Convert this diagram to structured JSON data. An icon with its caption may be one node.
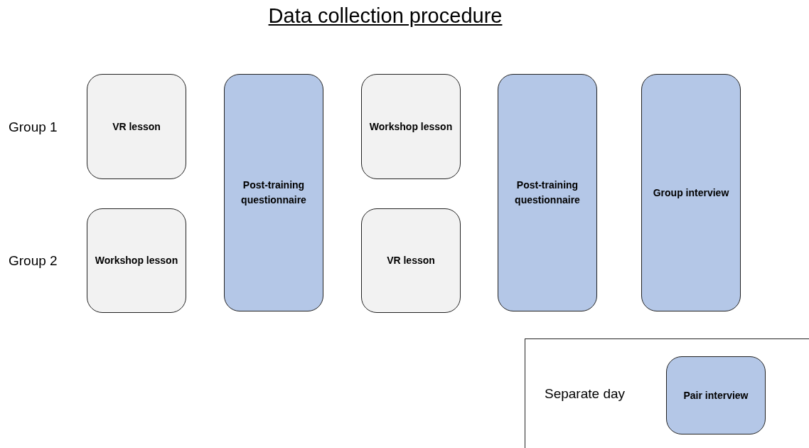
{
  "diagram": {
    "title": "Data collection procedure",
    "nodes": [
      {
        "text": [
          "VR lesson"
        ]
      },
      {
        "text": [
          "Workshop lesson"
        ]
      },
      {
        "text": [
          "Post-training questionnaire"
        ]
      },
      {
        "text": [
          "Workshop lesson"
        ]
      },
      {
        "text": [
          "VR lesson"
        ]
      },
      {
        "text": [
          "Post-training questionnaire"
        ]
      },
      {
        "text": [
          "Group interview"
        ]
      },
      {
        "text": [
          "Separate day"
        ]
      },
      {
        "text": [
          "Pair interview"
        ],
        "in": 7
      }
    ],
    "edges": [],
    "labels": [
      "Group 1",
      "Group 2"
    ]
  }
}
